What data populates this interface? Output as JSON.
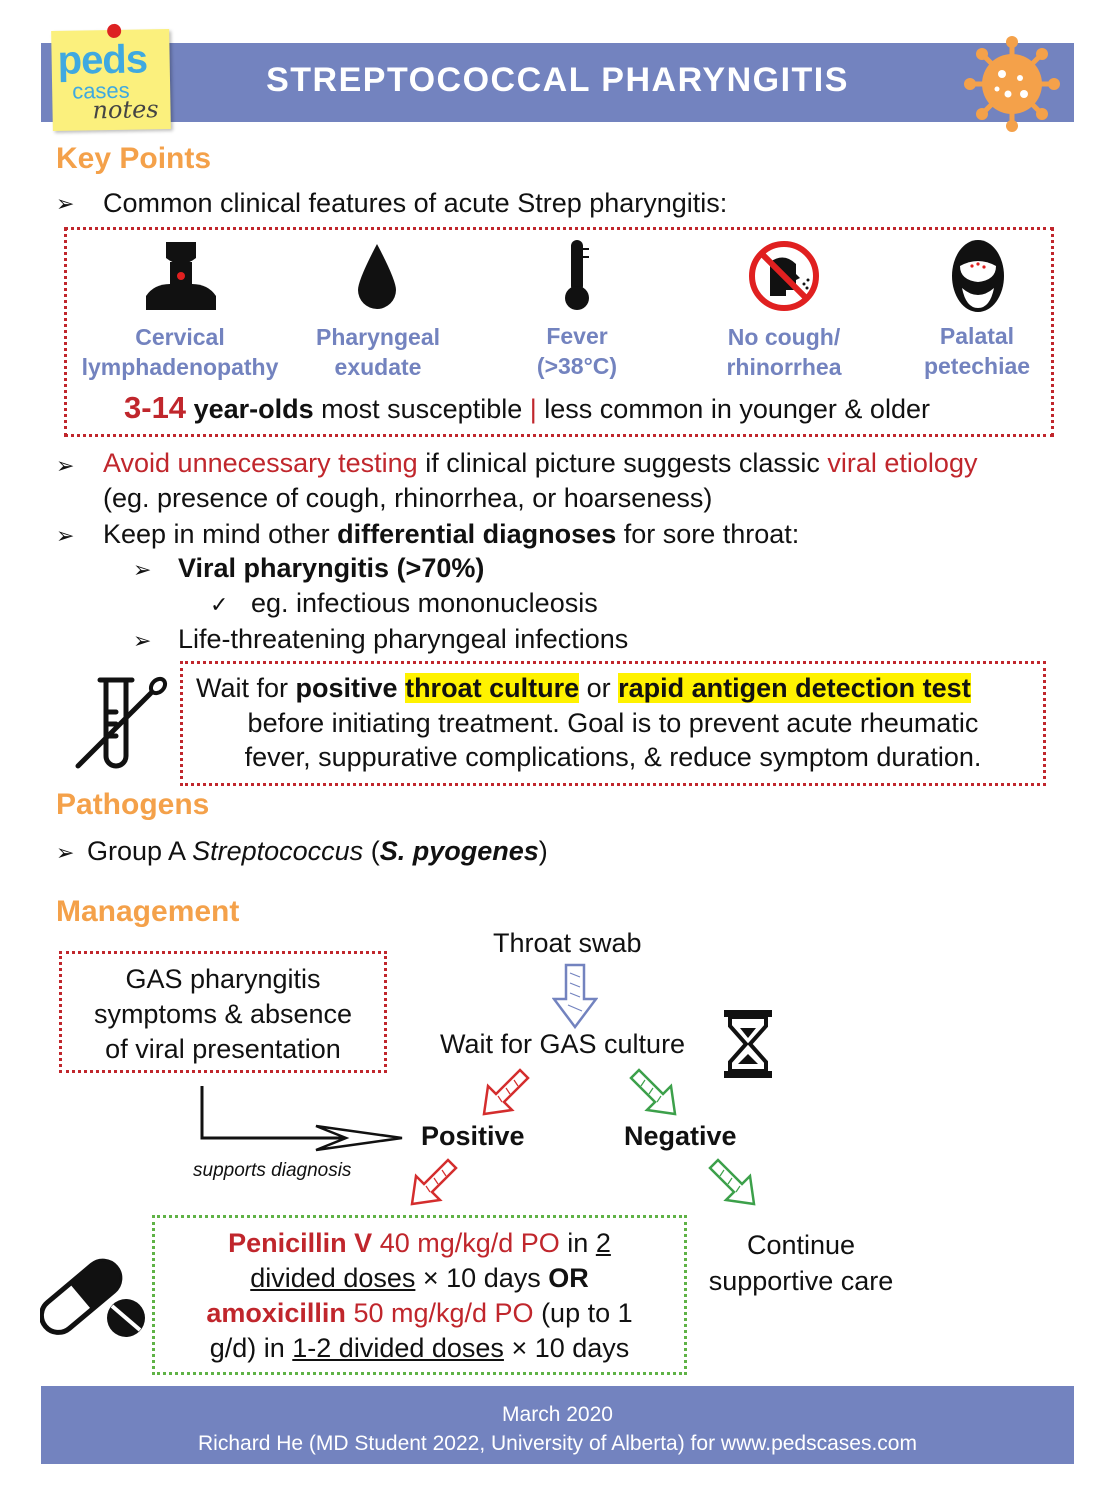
{
  "header": {
    "title": "STREPTOCOCCAL PHARYNGITIS"
  },
  "logo": {
    "peds": "peds",
    "cases": "cases",
    "notes": "notes"
  },
  "key_points": {
    "title": "Key Points",
    "intro": "Common clinical features of acute Strep pharyngitis:",
    "features": [
      {
        "icon": "neck-lymph-icon",
        "line1": "Cervical",
        "line2": "lymphadenopathy"
      },
      {
        "icon": "droplet-icon",
        "line1": "Pharyngeal",
        "line2": "exudate"
      },
      {
        "icon": "thermometer-icon",
        "line1": "Fever",
        "line2": "(>38°C)"
      },
      {
        "icon": "no-cough-icon",
        "line1": "No cough/",
        "line2": "rhinorrhea"
      },
      {
        "icon": "open-mouth-icon",
        "line1": "Palatal",
        "line2": "petechiae"
      }
    ],
    "age": {
      "range": "3-14",
      "bold": "year-olds",
      "rest": "most susceptible",
      "sep": "|",
      "tail": "less common in younger & older"
    },
    "avoid": {
      "red1": "Avoid unnecessary testing",
      "mid": "if clinical picture suggests classic",
      "red2": "viral etiology",
      "line2": "(eg. presence of cough, rhinorrhea, or hoarseness)"
    },
    "differential": {
      "pre": "Keep in mind other",
      "bold": "differential diagnoses",
      "post": "for sore throat:"
    },
    "viral": "Viral pharyngitis (>70%)",
    "mono": "eg. infectious mononucleosis",
    "life": "Life-threatening pharyngeal infections",
    "wait": {
      "pre": "Wait for",
      "positive": "positive",
      "culture": "throat culture",
      "or": "or",
      "radt": "rapid antigen detection test",
      "line2": "before initiating treatment. Goal is to prevent acute rheumatic",
      "line3": "fever, suppurative complications, & reduce symptom duration."
    }
  },
  "pathogens": {
    "title": "Pathogens",
    "pre": "Group A",
    "genus": "Streptococcus",
    "open": "(",
    "species": "S. pyogenes",
    "close": ")"
  },
  "management": {
    "title": "Management",
    "symptoms": [
      "GAS pharyngitis",
      "symptoms & absence",
      "of viral presentation"
    ],
    "supports": "supports diagnosis",
    "swab": "Throat swab",
    "wait": "Wait for GAS culture",
    "positive": "Positive",
    "negative": "Negative",
    "continue": [
      "Continue",
      "supportive care"
    ],
    "rx": {
      "pen": "Penicillin V",
      "pen_dose": "40 mg/kg/d PO",
      "in": "in",
      "two": "2",
      "divided": "divided doses",
      "days1": "× 10 days",
      "or": "OR",
      "amox": "amoxicillin",
      "amox_dose": "50 mg/kg/d PO",
      "upto1": "(up to 1",
      "gd": "g/d) in",
      "divided2": "1-2 divided doses",
      "days2": "× 10 days"
    }
  },
  "footer": {
    "date": "March 2020",
    "author": "Richard He (MD Student 2022, University of Alberta) for www.pedscases.com"
  },
  "colors": {
    "header": "#7383bf",
    "section": "#f4a14a",
    "red": "#c0262c",
    "green": "#5fb246",
    "highlight": "#fff200"
  }
}
